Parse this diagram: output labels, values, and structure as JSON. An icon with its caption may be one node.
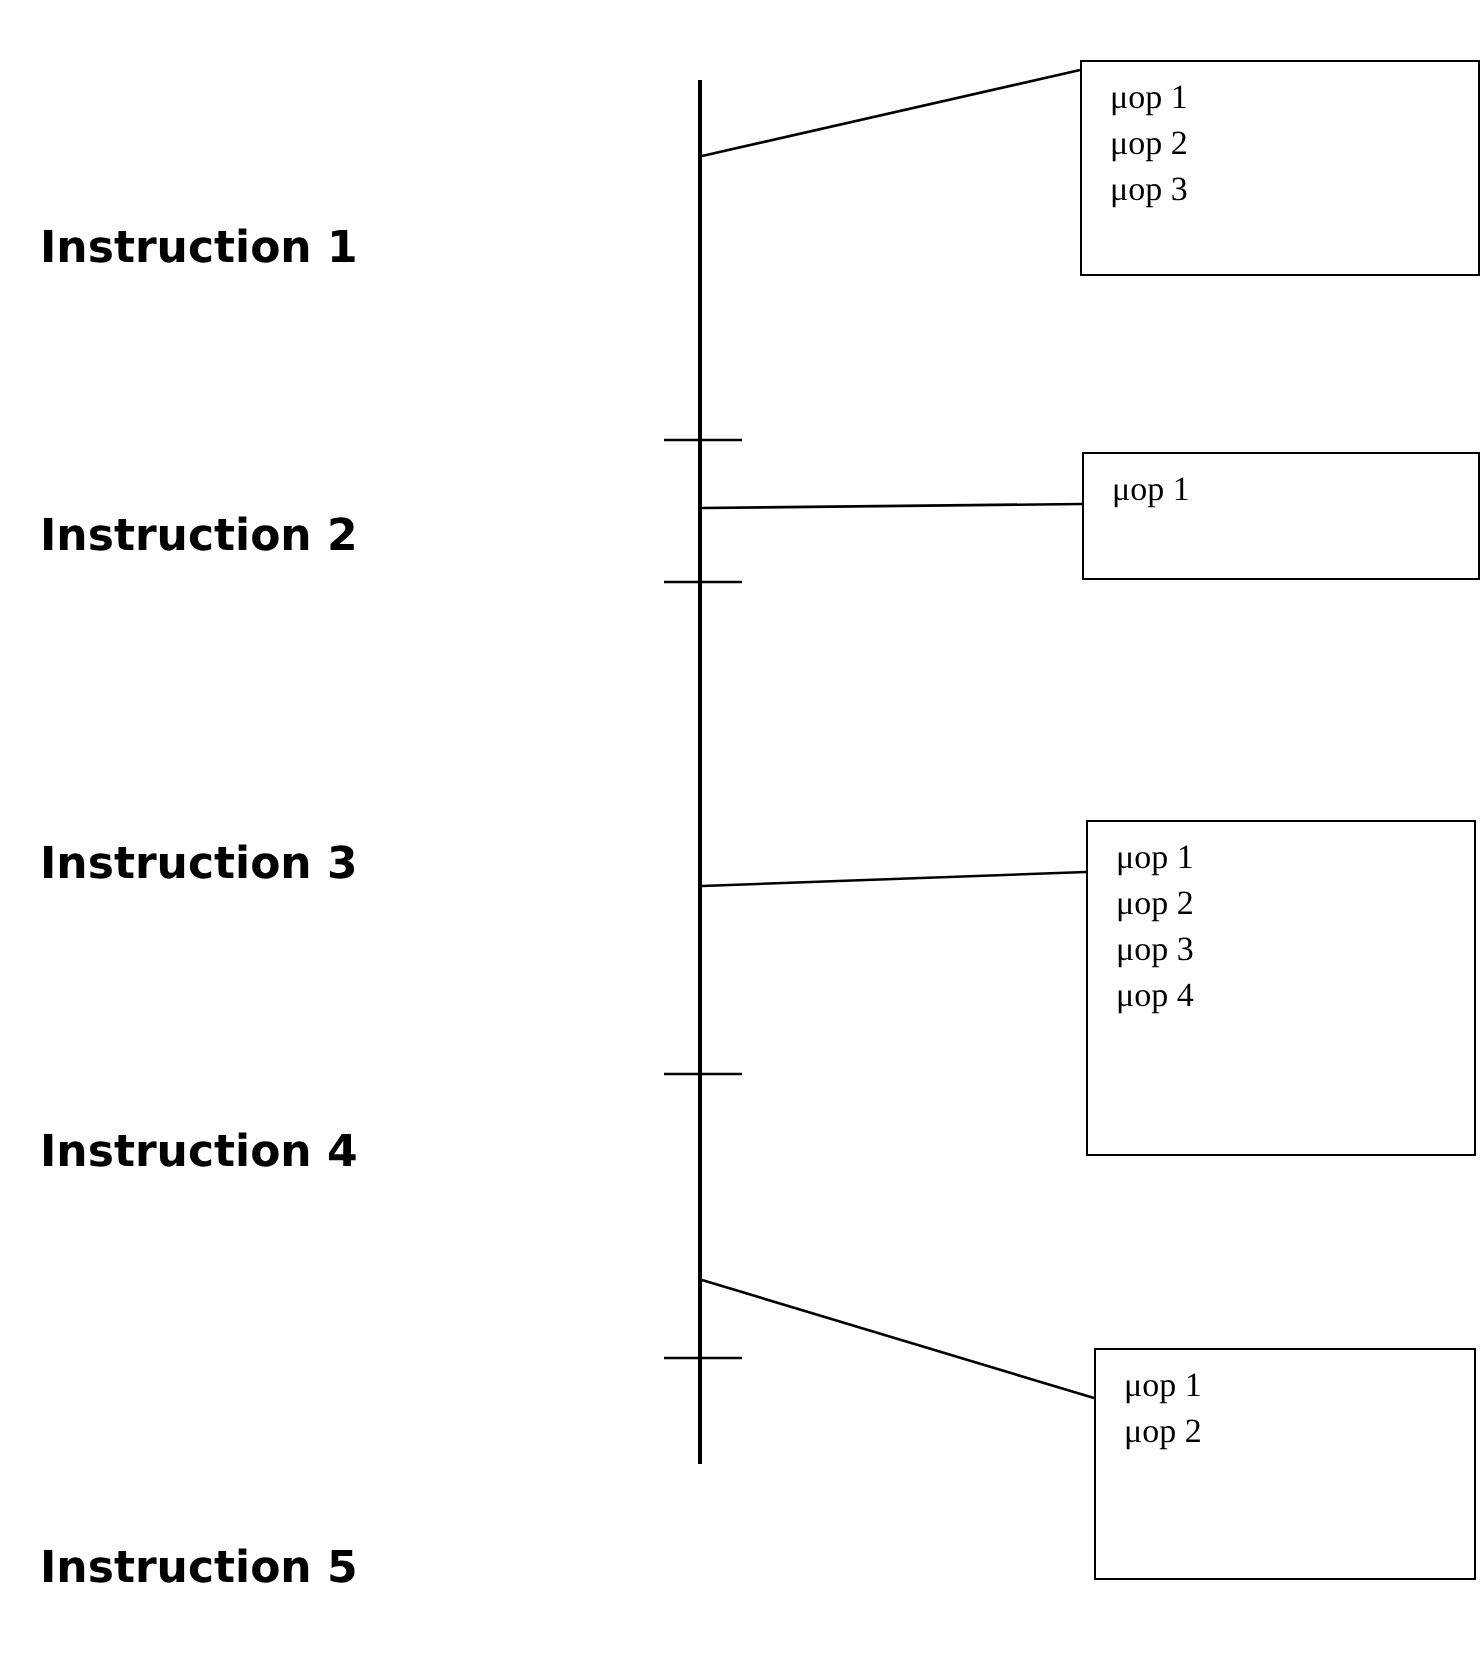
{
  "diagram": {
    "nodes": [
      {
        "text": [],
        "shape": "bar"
      },
      {
        "text": [
          "μop 1",
          "μop 2",
          "μop 3"
        ]
      },
      {
        "text": [
          "μop 1"
        ]
      },
      {
        "text": [
          "μop 1",
          "μop 2",
          "μop 3",
          "μop 4"
        ]
      },
      {
        "text": [
          "μop 1",
          "μop 2"
        ]
      }
    ],
    "edges": [
      {
        "from": 0,
        "to": 1,
        "arrow": "none"
      },
      {
        "from": 0,
        "to": 2,
        "arrow": "none"
      },
      {
        "from": 0,
        "to": 3,
        "arrow": "none"
      },
      {
        "from": 0,
        "to": 4,
        "arrow": "none"
      }
    ],
    "labels": [
      "Instruction 1",
      "Instruction 2",
      "Instruction 3",
      "Instruction 4",
      "Instruction 5"
    ]
  }
}
